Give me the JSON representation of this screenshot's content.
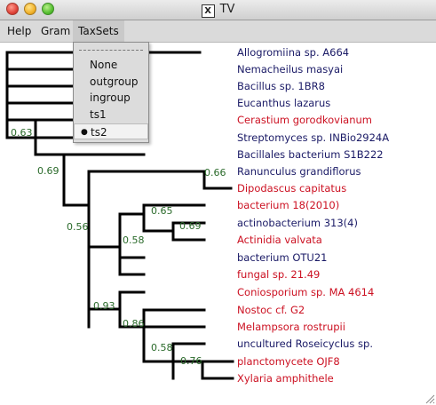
{
  "window": {
    "title": "TV"
  },
  "menubar": {
    "items": [
      "Help",
      "Gram",
      "TaxSets"
    ]
  },
  "taxsets_menu": {
    "items": [
      "None",
      "outgroup",
      "ingroup",
      "ts1",
      "ts2"
    ],
    "selected": "ts2"
  },
  "colors": {
    "outgroup": "#cc1122",
    "ingroup": "#1a1a66",
    "support": "#2a6a2a",
    "branch": "#000000"
  },
  "tree": {
    "leaves": [
      {
        "name": "Allogromiina sp. A664",
        "color": "ingroup"
      },
      {
        "name": "Nemacheilus masyai",
        "color": "ingroup"
      },
      {
        "name": "Bacillus sp. 1BR8",
        "color": "ingroup"
      },
      {
        "name": "Eucanthus lazarus",
        "color": "ingroup"
      },
      {
        "name": "Cerastium gorodkovianum",
        "color": "outgroup"
      },
      {
        "name": "Streptomyces sp. INBio2924A",
        "color": "ingroup"
      },
      {
        "name": "Bacillales bacterium S1B222",
        "color": "ingroup"
      },
      {
        "name": "Ranunculus grandiflorus",
        "color": "ingroup"
      },
      {
        "name": "Dipodascus capitatus",
        "color": "outgroup"
      },
      {
        "name": "bacterium 18(2010)",
        "color": "outgroup"
      },
      {
        "name": "actinobacterium 313(4)",
        "color": "ingroup"
      },
      {
        "name": "Actinidia valvata",
        "color": "outgroup"
      },
      {
        "name": "bacterium OTU21",
        "color": "ingroup"
      },
      {
        "name": "fungal sp. 21.49",
        "color": "outgroup"
      },
      {
        "name": "Coniosporium sp. MA 4614",
        "color": "outgroup"
      },
      {
        "name": "Nostoc cf. G2",
        "color": "outgroup"
      },
      {
        "name": "Melampsora rostrupii",
        "color": "outgroup"
      },
      {
        "name": "uncultured Roseicyclus sp.",
        "color": "ingroup"
      },
      {
        "name": "planctomycete OJF8",
        "color": "outgroup"
      },
      {
        "name": "Xylaria amphithele",
        "color": "outgroup"
      }
    ],
    "supports": [
      "0.63",
      "0.69",
      "0.56",
      "0.66",
      "0.65",
      "0.69",
      "0.58",
      "0.93",
      "0.86",
      "0.58",
      "0.76"
    ]
  }
}
